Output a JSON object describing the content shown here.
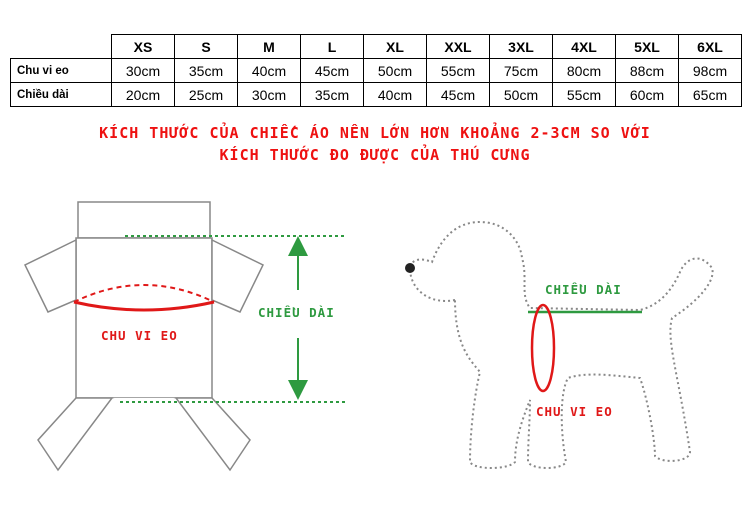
{
  "table": {
    "headers": [
      "XS",
      "S",
      "M",
      "L",
      "XL",
      "XXL",
      "3XL",
      "4XL",
      "5XL",
      "6XL"
    ],
    "rows": [
      {
        "label": "Chu vi eo",
        "values": [
          "30cm",
          "35cm",
          "40cm",
          "45cm",
          "50cm",
          "55cm",
          "75cm",
          "80cm",
          "88cm",
          "98cm"
        ]
      },
      {
        "label": "Chiều dài",
        "values": [
          "20cm",
          "25cm",
          "30cm",
          "35cm",
          "40cm",
          "45cm",
          "50cm",
          "55cm",
          "60cm",
          "65cm"
        ]
      }
    ]
  },
  "note": {
    "line1": "KÍCH THƯỚC CỦA CHIẾC ÁO NÊN LỚN HƠN KHOẢNG 2-3CM SO VỚI",
    "line2": "KÍCH THƯỚC ĐO ĐƯỢC CỦA THÚ CƯNG"
  },
  "shirt": {
    "waist_label": "CHU VI EO",
    "length_label": "CHIỀU DÀI"
  },
  "dog": {
    "length_label": "CHIỀU DÀI",
    "waist_label": "CHU VI EO"
  },
  "colors": {
    "note": "#ee1111",
    "waist": "#e01818",
    "length": "#2e9a40",
    "outline": "#888888"
  }
}
